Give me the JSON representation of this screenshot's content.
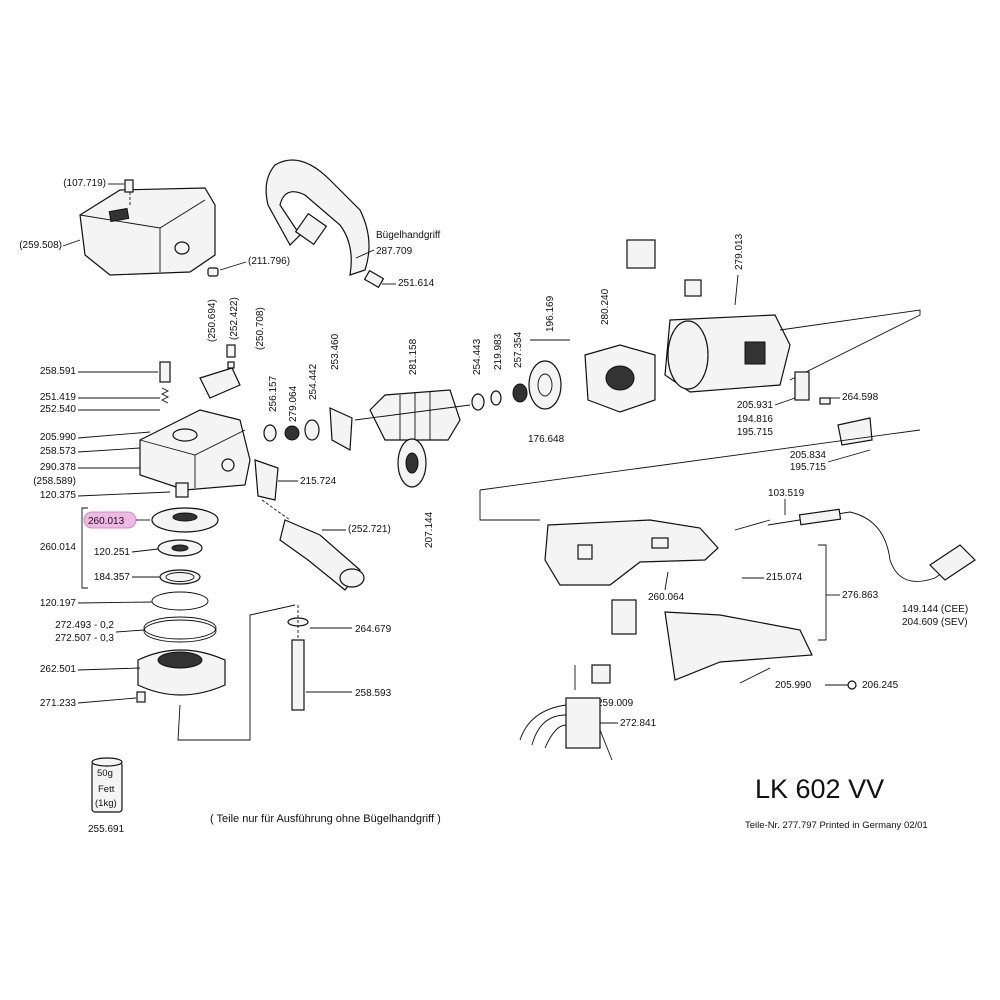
{
  "title": "LK 602 VV",
  "footer": "Teile-Nr. 277.797 Printed in Germany 02/01",
  "note": "( Teile nur für Ausführung ohne Bügelhandgriff )",
  "handle_label": "Bügelhandgriff",
  "grease": {
    "weight": "50g",
    "name": "Fett",
    "qty": "(1kg)",
    "part": "255.691"
  },
  "highlight_color": "#f0b8e6",
  "labels": {
    "p107719": "(107.719)",
    "p259508": "(259.508)",
    "p211796": "(211.796)",
    "p287709": "287.709",
    "p251614": "251.614",
    "p250694": "(250.694)",
    "p252422": "(252.422)",
    "p250708": "(250.708)",
    "p258591": "258.591",
    "p251419": "251.419",
    "p252540": "252.540",
    "p205990a": "205.990",
    "p258573": "258.573",
    "p290378": "290.378",
    "p258589": "(258.589)",
    "p120375": "120.375",
    "p260013": "260.013",
    "p260014": "260.014",
    "p120251": "120.251",
    "p184357": "184.357",
    "p120197": "120.197",
    "p272493": "272.493 - 0,2",
    "p272507": "272.507 - 0,3",
    "p262501": "262.501",
    "p271233": "271.233",
    "p256157": "256.157",
    "p279064": "279.064",
    "p254442": "254.442",
    "p253460": "253.460",
    "p281158": "281.158",
    "p254443": "254.443",
    "p219983": "219.983",
    "p257354": "257.354",
    "p196169": "196.169",
    "p280240": "280.240",
    "p279013": "279.013",
    "p176648": "176.648",
    "p207144": "207.144",
    "p215724": "215.724",
    "p252721": "(252.721)",
    "p264679": "264.679",
    "p258593": "258.593",
    "p205931": "205.931",
    "p194816": "194.816",
    "p195715a": "195.715",
    "p264598": "264.598",
    "p205834": "205.834",
    "p195715b": "195.715",
    "p103519": "103.519",
    "p215074": "215.074",
    "p260064": "260.064",
    "p276863": "276.863",
    "p149144": "149.144 (CEE)",
    "p204609": "204.609 (SEV)",
    "p205990b": "205.990",
    "p206245": "206.245",
    "p259009": "259.009",
    "p272841": "272.841"
  }
}
